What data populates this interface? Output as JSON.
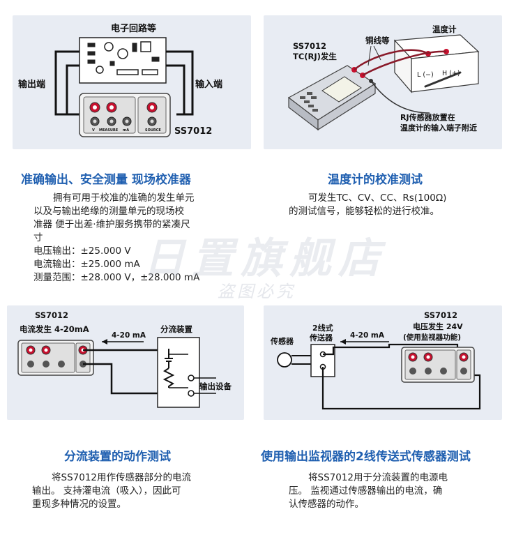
{
  "panel1": {
    "circuit_label": "电子回路等",
    "output_label": "输出端",
    "input_label": "输入端",
    "device_label": "SS7012",
    "v_label": "V",
    "measure_label": "MEASURE",
    "ma_label": "mA",
    "source_label": "SOURCE"
  },
  "panel2": {
    "device_label_1": "SS7012",
    "device_label_2": "TC(RJ)发生",
    "wire_label": "铜线等",
    "thermo_label": "温度计",
    "l_label": "L (−)",
    "h_label": "H (+)",
    "note_line_1": "RJ传感器放置在",
    "note_line_2": "温度计的输入端子附近"
  },
  "panel3": {
    "device_label": "SS7012",
    "mode_label": "电流发生 4-20mA",
    "current_label": "4-20 mA",
    "shunt_label": "分流装置",
    "output_device_label": "输出设备"
  },
  "panel4": {
    "device_label": "SS7012",
    "mode_line_1": "电压发生 24V",
    "mode_line_2": "(使用监视器功能)",
    "sensor_label": "传感器",
    "transmitter_line_1": "2线式",
    "transmitter_line_2": "传送器",
    "current_label": "4-20 mA"
  },
  "section1": {
    "title": "准确输出、安全测量 现场校准器",
    "lines": [
      "拥有可用于校准的准确的发生单元",
      "以及与输出绝缘的测量单元的现场校",
      "准器 便于出差·维护服务携带的紧凑尺",
      "寸",
      "电压输出：±25.000 V",
      "电流输出：±25.000 mA",
      "测量范围：±28.000 V，±28.000 mA"
    ]
  },
  "section2": {
    "title": "温度计的校准测试",
    "lines": [
      "可发生TC、CV、CC、Rs(100Ω)",
      "的测试信号，能够轻松的进行校准。"
    ]
  },
  "section3": {
    "title": "分流装置的动作测试",
    "lines": [
      "将SS7012用作传感器部分的电流",
      "输出。 支持灌电流（吸入），因此可",
      "重现多种情况的设置。"
    ]
  },
  "section4": {
    "title": "使用输出监视器的2线传送式传感器测试",
    "lines": [
      "将SS7012用于分流装置的电源电",
      "压。 监视通过传感器输出的电流，确",
      "认传感器的动作。"
    ]
  },
  "watermark": {
    "main": "日置旗舰店",
    "sub": "盗图必究"
  },
  "colors": {
    "accent_blue": "#1f5fb0",
    "panel_bg": "#e8ecf3",
    "terminal_red": "#c8102e"
  }
}
